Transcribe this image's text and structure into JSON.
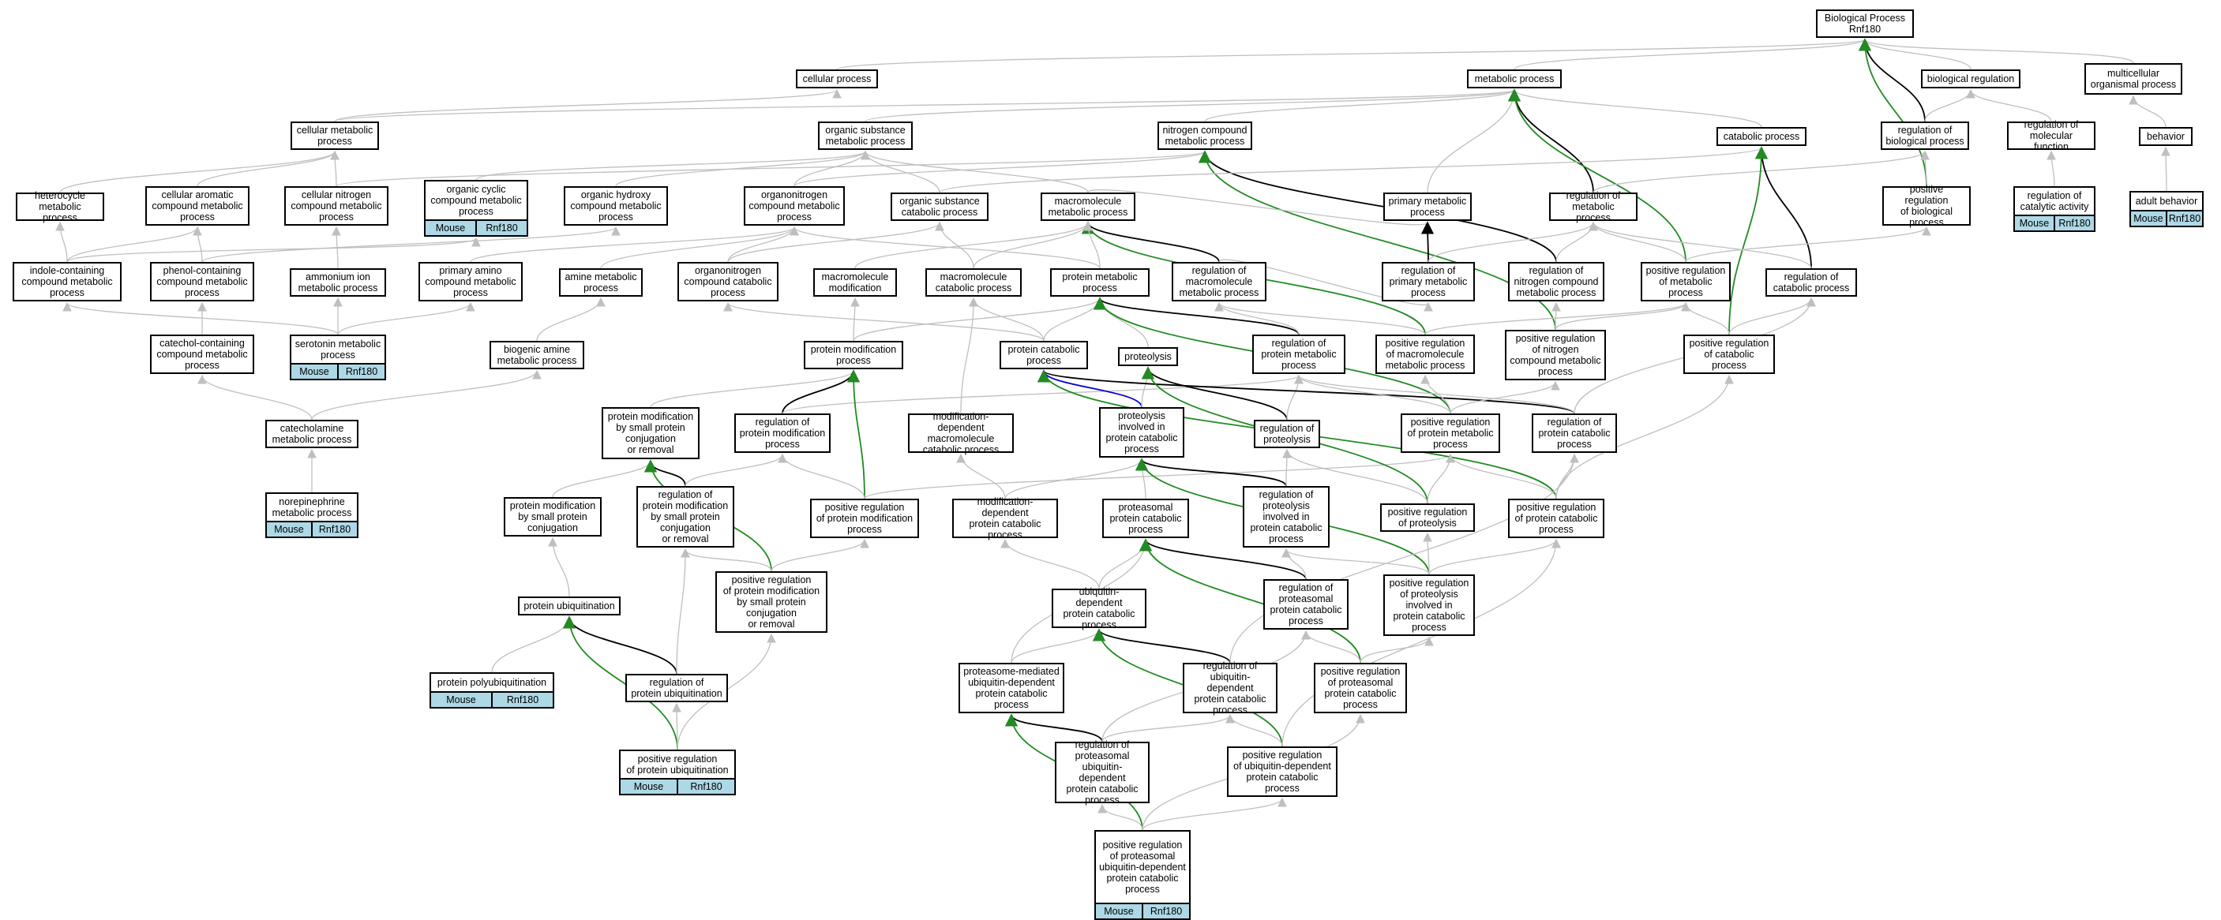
{
  "edge_colors": {
    "is_a": "#bfbfbf",
    "regulates": "#000000",
    "positively_regulates": "#228b22",
    "part_of": "#0000cd"
  },
  "annotation_color": "#add8e6",
  "nodes": {
    "bp": "Biological Process\nRnf180",
    "cp": "cellular process",
    "mp": "metabolic process",
    "breg": "biological regulation",
    "mop": "multicellular\norganismal process",
    "cmp": "cellular metabolic\nprocess",
    "osmp": "organic substance\nmetabolic process",
    "ncmp": "nitrogen compound\nmetabolic process",
    "catp": "catabolic process",
    "rbp": "regulation of\nbiological process",
    "rmf": "regulation of\nmolecular function",
    "beh": "behavior",
    "hmp": "heterocycle\nmetabolic process",
    "cacmp": "cellular aromatic\ncompound metabolic\nprocess",
    "cncmp": "cellular nitrogen\ncompound metabolic\nprocess",
    "occmp": "organic cyclic\ncompound metabolic\nprocess",
    "ohcmp": "organic hydroxy\ncompound metabolic\nprocess",
    "oncmp": "organonitrogen\ncompound metabolic\nprocess",
    "oscp": "organic substance\ncatabolic process",
    "macmp": "macromolecule\nmetabolic process",
    "pmp": "primary metabolic\nprocess",
    "rmetp": "regulation of\nmetabolic process",
    "prbp": "positive regulation\nof biological\nprocess",
    "rca": "regulation of\ncatalytic activity",
    "ab": "adult behavior",
    "icmp": "indole-containing\ncompound metabolic\nprocess",
    "pcmp": "phenol-containing\ncompound metabolic\nprocess",
    "aimp": "ammonium ion\nmetabolic process",
    "pamp": "primary amino\ncompound metabolic\nprocess",
    "amp": "amine metabolic\nprocess",
    "onccp": "organonitrogen\ncompound catabolic\nprocess",
    "mmod": "macromolecule\nmodification",
    "mcatp": "macromolecule\ncatabolic process",
    "protmp": "protein metabolic\nprocess",
    "rmmp": "regulation of\nmacromolecule\nmetabolic process",
    "rpmp": "regulation of\nprimary metabolic\nprocess",
    "rncmp": "regulation of\nnitrogen compound\nmetabolic process",
    "prmp": "positive regulation\nof metabolic\nprocess",
    "rcatp": "regulation of\ncatabolic process",
    "ccmp": "catechol-containing\ncompound metabolic\nprocess",
    "smp": "serotonin metabolic\nprocess",
    "bamp": "biogenic amine\nmetabolic process",
    "pmodp": "protein modification\nprocess",
    "pcp": "protein catabolic\nprocess",
    "prot": "proteolysis",
    "rprotmp": "regulation of\nprotein metabolic\nprocess",
    "prmmp": "positive regulation\nof macromolecule\nmetabolic process",
    "prncmp": "positive regulation\nof nitrogen\ncompound metabolic\nprocess",
    "prcatp": "positive regulation\nof catabolic\nprocess",
    "cmpx": "catecholamine\nmetabolic process",
    "pmspc": "protein modification\nby small protein\nconjugation\nor removal",
    "rpmodp": "regulation of\nprotein modification\nprocess",
    "mdmcp": "modification-dependent\nmacromolecule\ncatabolic process",
    "pipcp": "proteolysis\ninvolved in\nprotein catabolic\nprocess",
    "rprot": "regulation of\nproteolysis",
    "prpmp": "positive regulation\nof protein metabolic\nprocess",
    "rpcp": "regulation of\nprotein catabolic\nprocess",
    "nmp": "norepinephrine\nmetabolic process",
    "pmsp": "protein modification\nby small protein\nconjugation",
    "rpmspc": "regulation of\nprotein modification\nby small protein\nconjugation\nor removal",
    "prpmodp": "positive regulation\nof protein modification\nprocess",
    "mdpcp": "modification-dependent\nprotein catabolic\nprocess",
    "ppcp": "proteasomal\nprotein catabolic\nprocess",
    "rpipcp": "regulation of\nproteolysis\ninvolved in\nprotein catabolic\nprocess",
    "prprot": "positive regulation\nof proteolysis",
    "prpcp": "positive regulation\nof protein catabolic\nprocess",
    "pu": "protein ubiquitination",
    "prpmspc": "positive regulation\nof protein modification\nby small protein\nconjugation\nor removal",
    "udpcp": "ubiquitin-dependent\nprotein catabolic\nprocess",
    "rppcp": "regulation of\nproteasomal\nprotein catabolic\nprocess",
    "prpipcp": "positive regulation\nof proteolysis\ninvolved in\nprotein catabolic\nprocess",
    "ppu": "protein polyubiquitination",
    "rpu": "regulation of\nprotein ubiquitination",
    "pmudpcp": "proteasome-mediated\nubiquitin-dependent\nprotein catabolic\nprocess",
    "rudpcp": "regulation of\nubiquitin-dependent\nprotein catabolic\nprocess",
    "prppcp": "positive regulation\nof proteasomal\nprotein catabolic\nprocess",
    "prpu": "positive regulation\nof protein ubiquitination",
    "rpudpcp": "regulation of\nproteasomal\nubiquitin-dependent\nprotein catabolic\nprocess",
    "prudpcp": "positive regulation\nof ubiquitin-dependent\nprotein catabolic\nprocess",
    "prpudpcp": "positive regulation\nof proteasomal\nubiquitin-dependent\nprotein catabolic\nprocess"
  },
  "annotations": {
    "occmp": {
      "species": "Mouse",
      "gene": "Rnf180"
    },
    "rca": {
      "species": "Mouse",
      "gene": "Rnf180"
    },
    "ab": {
      "species": "Mouse",
      "gene": "Rnf180"
    },
    "smp": {
      "species": "Mouse",
      "gene": "Rnf180"
    },
    "nmp": {
      "species": "Mouse",
      "gene": "Rnf180"
    },
    "ppu": {
      "species": "Mouse",
      "gene": "Rnf180"
    },
    "prpu": {
      "species": "Mouse",
      "gene": "Rnf180"
    },
    "prpudpcp": {
      "species": "Mouse",
      "gene": "Rnf180"
    }
  },
  "edges": [
    [
      "cp",
      "bp",
      "is_a"
    ],
    [
      "mp",
      "bp",
      "is_a"
    ],
    [
      "breg",
      "bp",
      "is_a"
    ],
    [
      "mop",
      "bp",
      "is_a"
    ],
    [
      "rbp",
      "bp",
      "regulates"
    ],
    [
      "prbp",
      "bp",
      "positively_regulates"
    ],
    [
      "cmp",
      "cp",
      "is_a"
    ],
    [
      "cmp",
      "mp",
      "is_a"
    ],
    [
      "osmp",
      "mp",
      "is_a"
    ],
    [
      "ncmp",
      "mp",
      "is_a"
    ],
    [
      "catp",
      "mp",
      "is_a"
    ],
    [
      "pmp",
      "mp",
      "is_a"
    ],
    [
      "rmetp",
      "mp",
      "regulates"
    ],
    [
      "prmp",
      "mp",
      "positively_regulates"
    ],
    [
      "rbp",
      "breg",
      "is_a"
    ],
    [
      "rmf",
      "breg",
      "is_a"
    ],
    [
      "beh",
      "mop",
      "is_a"
    ],
    [
      "ab",
      "beh",
      "is_a"
    ],
    [
      "rmetp",
      "rbp",
      "is_a"
    ],
    [
      "prbp",
      "rbp",
      "is_a"
    ],
    [
      "rca",
      "rmf",
      "is_a"
    ],
    [
      "hmp",
      "cmp",
      "is_a"
    ],
    [
      "cacmp",
      "cmp",
      "is_a"
    ],
    [
      "cncmp",
      "cmp",
      "is_a"
    ],
    [
      "occmp",
      "osmp",
      "is_a"
    ],
    [
      "ohcmp",
      "osmp",
      "is_a"
    ],
    [
      "oncmp",
      "osmp",
      "is_a"
    ],
    [
      "oscp",
      "osmp",
      "is_a"
    ],
    [
      "macmp",
      "osmp",
      "is_a"
    ],
    [
      "cncmp",
      "ncmp",
      "is_a"
    ],
    [
      "oncmp",
      "ncmp",
      "is_a"
    ],
    [
      "rncmp",
      "ncmp",
      "regulates"
    ],
    [
      "prncmp",
      "ncmp",
      "positively_regulates"
    ],
    [
      "oscp",
      "catp",
      "is_a"
    ],
    [
      "rcatp",
      "catp",
      "regulates"
    ],
    [
      "prcatp",
      "catp",
      "positively_regulates"
    ],
    [
      "macmp",
      "pmp",
      "is_a"
    ],
    [
      "rmmp",
      "macmp",
      "regulates"
    ],
    [
      "prmmp",
      "macmp",
      "positively_regulates"
    ],
    [
      "rpmp",
      "pmp",
      "regulates"
    ],
    [
      "rpmp",
      "rmetp",
      "is_a"
    ],
    [
      "rncmp",
      "rmetp",
      "is_a"
    ],
    [
      "prmp",
      "rmetp",
      "is_a"
    ],
    [
      "rcatp",
      "rmetp",
      "is_a"
    ],
    [
      "prmp",
      "prbp",
      "is_a"
    ],
    [
      "prcatp",
      "prmp",
      "is_a"
    ],
    [
      "prcatp",
      "rcatp",
      "is_a"
    ],
    [
      "icmp",
      "hmp",
      "is_a"
    ],
    [
      "icmp",
      "cacmp",
      "is_a"
    ],
    [
      "icmp",
      "occmp",
      "is_a"
    ],
    [
      "pcmp",
      "cacmp",
      "is_a"
    ],
    [
      "pcmp",
      "ohcmp",
      "is_a"
    ],
    [
      "aimp",
      "cncmp",
      "is_a"
    ],
    [
      "pamp",
      "oncmp",
      "is_a"
    ],
    [
      "amp",
      "oncmp",
      "is_a"
    ],
    [
      "onccp",
      "oncmp",
      "is_a"
    ],
    [
      "onccp",
      "oscp",
      "is_a"
    ],
    [
      "mmod",
      "macmp",
      "is_a"
    ],
    [
      "mcatp",
      "macmp",
      "is_a"
    ],
    [
      "mcatp",
      "oscp",
      "is_a"
    ],
    [
      "protmp",
      "macmp",
      "is_a"
    ],
    [
      "protmp",
      "oncmp",
      "is_a"
    ],
    [
      "rmmp",
      "rpmp",
      "is_a"
    ],
    [
      "prmmp",
      "rmmp",
      "is_a"
    ],
    [
      "prmmp",
      "prmp",
      "is_a"
    ],
    [
      "prncmp",
      "rncmp",
      "is_a"
    ],
    [
      "prncmp",
      "prmp",
      "is_a"
    ],
    [
      "ccmp",
      "pcmp",
      "is_a"
    ],
    [
      "smp",
      "icmp",
      "is_a"
    ],
    [
      "smp",
      "aimp",
      "is_a"
    ],
    [
      "smp",
      "pamp",
      "is_a"
    ],
    [
      "bamp",
      "amp",
      "is_a"
    ],
    [
      "cmpx",
      "ccmp",
      "is_a"
    ],
    [
      "cmpx",
      "bamp",
      "is_a"
    ],
    [
      "nmp",
      "cmpx",
      "is_a"
    ],
    [
      "pmodp",
      "mmod",
      "is_a"
    ],
    [
      "pmodp",
      "protmp",
      "is_a"
    ],
    [
      "pcp",
      "protmp",
      "is_a"
    ],
    [
      "pcp",
      "mcatp",
      "is_a"
    ],
    [
      "pcp",
      "onccp",
      "is_a"
    ],
    [
      "prot",
      "protmp",
      "is_a"
    ],
    [
      "rprotmp",
      "protmp",
      "regulates"
    ],
    [
      "rprotmp",
      "rmmp",
      "is_a"
    ],
    [
      "prpmp",
      "protmp",
      "positively_regulates"
    ],
    [
      "pmspc",
      "pmodp",
      "is_a"
    ],
    [
      "rpmodp",
      "pmodp",
      "regulates"
    ],
    [
      "rpmodp",
      "rprotmp",
      "is_a"
    ],
    [
      "prpmodp",
      "pmodp",
      "positively_regulates"
    ],
    [
      "mdmcp",
      "mcatp",
      "is_a"
    ],
    [
      "pipcp",
      "pcp",
      "part_of"
    ],
    [
      "pipcp",
      "prot",
      "is_a"
    ],
    [
      "rprot",
      "prot",
      "regulates"
    ],
    [
      "rprot",
      "rprotmp",
      "is_a"
    ],
    [
      "rpcp",
      "pcp",
      "regulates"
    ],
    [
      "rpcp",
      "rprotmp",
      "is_a"
    ],
    [
      "rpcp",
      "rcatp",
      "is_a"
    ],
    [
      "prpmp",
      "rprotmp",
      "is_a"
    ],
    [
      "prpmp",
      "prmmp",
      "is_a"
    ],
    [
      "prpmp",
      "prncmp",
      "is_a"
    ],
    [
      "pmsp",
      "pmspc",
      "is_a"
    ],
    [
      "rpmspc",
      "pmspc",
      "regulates"
    ],
    [
      "rpmspc",
      "rpmodp",
      "is_a"
    ],
    [
      "prpmodp",
      "rpmodp",
      "is_a"
    ],
    [
      "prpmodp",
      "prpmp",
      "is_a"
    ],
    [
      "mdpcp",
      "mdmcp",
      "is_a"
    ],
    [
      "mdpcp",
      "pipcp",
      "is_a"
    ],
    [
      "ppcp",
      "pipcp",
      "is_a"
    ],
    [
      "rpipcp",
      "pipcp",
      "regulates"
    ],
    [
      "rpipcp",
      "rprot",
      "is_a"
    ],
    [
      "prprot",
      "prot",
      "positively_regulates"
    ],
    [
      "prprot",
      "rprot",
      "is_a"
    ],
    [
      "prprot",
      "prpmp",
      "is_a"
    ],
    [
      "prpcp",
      "pcp",
      "positively_regulates"
    ],
    [
      "prpcp",
      "rpcp",
      "is_a"
    ],
    [
      "prpcp",
      "prpmp",
      "is_a"
    ],
    [
      "prpcp",
      "prcatp",
      "is_a"
    ],
    [
      "pu",
      "pmsp",
      "is_a"
    ],
    [
      "prpmspc",
      "pmspc",
      "positively_regulates"
    ],
    [
      "prpmspc",
      "rpmspc",
      "is_a"
    ],
    [
      "prpmspc",
      "prpmodp",
      "is_a"
    ],
    [
      "udpcp",
      "mdpcp",
      "is_a"
    ],
    [
      "udpcp",
      "ppcp",
      "is_a"
    ],
    [
      "rppcp",
      "ppcp",
      "regulates"
    ],
    [
      "rppcp",
      "rpipcp",
      "is_a"
    ],
    [
      "prpipcp",
      "pipcp",
      "positively_regulates"
    ],
    [
      "prpipcp",
      "rpipcp",
      "is_a"
    ],
    [
      "prpipcp",
      "prprot",
      "is_a"
    ],
    [
      "prpipcp",
      "prpcp",
      "is_a"
    ],
    [
      "ppu",
      "pu",
      "is_a"
    ],
    [
      "rpu",
      "pu",
      "regulates"
    ],
    [
      "rpu",
      "rpmspc",
      "is_a"
    ],
    [
      "pmudpcp",
      "udpcp",
      "is_a"
    ],
    [
      "pmudpcp",
      "ppcp",
      "is_a"
    ],
    [
      "rudpcp",
      "udpcp",
      "regulates"
    ],
    [
      "rudpcp",
      "rpcp",
      "is_a"
    ],
    [
      "prppcp",
      "ppcp",
      "positively_regulates"
    ],
    [
      "prppcp",
      "rppcp",
      "is_a"
    ],
    [
      "prppcp",
      "prpipcp",
      "is_a"
    ],
    [
      "prpu",
      "pu",
      "positively_regulates"
    ],
    [
      "prpu",
      "rpu",
      "is_a"
    ],
    [
      "prpu",
      "prpmspc",
      "is_a"
    ],
    [
      "rpudpcp",
      "pmudpcp",
      "regulates"
    ],
    [
      "rpudpcp",
      "rudpcp",
      "is_a"
    ],
    [
      "rpudpcp",
      "rppcp",
      "is_a"
    ],
    [
      "prudpcp",
      "udpcp",
      "positively_regulates"
    ],
    [
      "prudpcp",
      "rudpcp",
      "is_a"
    ],
    [
      "prudpcp",
      "prpcp",
      "is_a"
    ],
    [
      "prpudpcp",
      "pmudpcp",
      "positively_regulates"
    ],
    [
      "prpudpcp",
      "rpudpcp",
      "is_a"
    ],
    [
      "prpudpcp",
      "prudpcp",
      "is_a"
    ],
    [
      "prpudpcp",
      "prppcp",
      "is_a"
    ]
  ]
}
